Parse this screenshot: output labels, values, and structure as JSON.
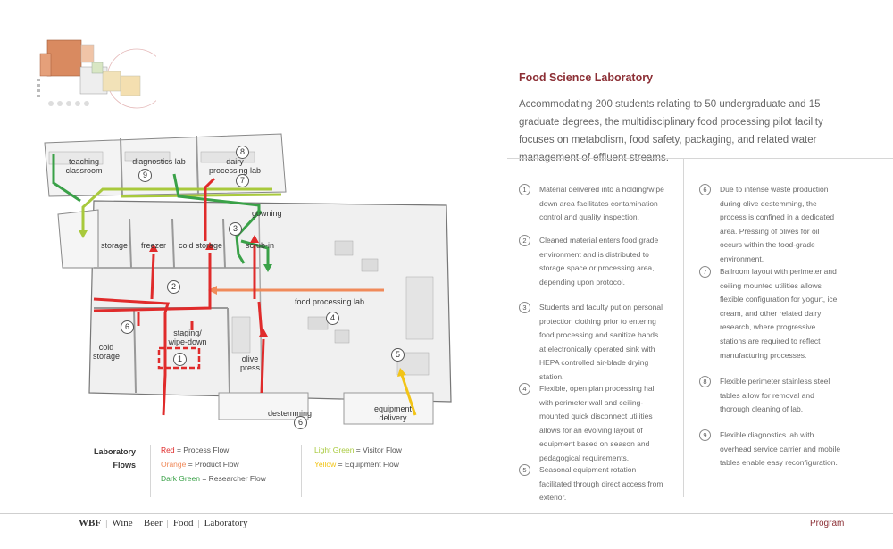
{
  "title": "Food Science Laboratory",
  "intro": "Accommodating 200 students relating to 50 undergraduate and 15 graduate degrees, the multidisciplinary food processing pilot facility focuses on metabolism, food safety, packaging, and related water management of effluent streams.",
  "items_left": [
    {
      "num": "1",
      "text": "Material delivered into a holding/wipe down area facilitates contamination control and quality inspection."
    },
    {
      "num": "2",
      "text": "Cleaned material enters food grade environment and is distributed to storage space or processing area, depending upon protocol."
    },
    {
      "num": "3",
      "text": "Students and faculty put on personal protection clothing prior to entering food processing and sanitize hands at electronically operated sink with HEPA controlled air-blade drying station."
    },
    {
      "num": "4",
      "text": "Flexible, open plan processing hall with perimeter wall and ceiling-mounted quick disconnect utilities allows for an evolving layout of equipment based on season and pedagogical requirements."
    },
    {
      "num": "5",
      "text": "Seasonal equipment rotation facilitated through direct access from exterior."
    }
  ],
  "items_right": [
    {
      "num": "6",
      "text": "Due to intense waste production during olive destemming, the process is confined in a dedicated area. Pressing of olives for oil occurs within the food-grade environment."
    },
    {
      "num": "7",
      "text": "Ballroom layout with perimeter and ceiling mounted utilities allows flexible configuration for yogurt, ice cream, and other related dairy research, where progressive stations are required to reflect manufacturing processes."
    },
    {
      "num": "8",
      "text": "Flexible perimeter stainless steel tables allow for removal and thorough cleaning of lab."
    },
    {
      "num": "9",
      "text": "Flexible diagnostics lab with overhead service carrier and mobile tables enable easy reconfiguration."
    }
  ],
  "rooms": {
    "teaching": "teaching classroom",
    "diagnostics": "diagnostics lab",
    "dairy": "dairy processing lab",
    "gowning": "gowning",
    "storage": "storage",
    "freezer": "freezer",
    "cold_storage": "cold storage",
    "scrub_in": "scrub-in",
    "food_processing": "food processing lab",
    "cold_storage_2": "cold storage",
    "staging": "staging/ wipe-down",
    "olive_press": "olive press",
    "destemming": "destemming",
    "equipment_delivery": "equipment delivery"
  },
  "plan_numbers": [
    "1",
    "2",
    "3",
    "4",
    "5",
    "6",
    "6",
    "7",
    "8",
    "9"
  ],
  "legend": {
    "title": "Laboratory Flows",
    "entries": [
      {
        "color_name": "Red",
        "label": "= Process Flow",
        "color": "#e02b2b"
      },
      {
        "color_name": "Orange",
        "label": "= Product Flow",
        "color": "#f08a5a"
      },
      {
        "color_name": "Dark Green",
        "label": "= Researcher Flow",
        "color": "#3aa148"
      },
      {
        "color_name": "Light Green",
        "label": "= Visitor Flow",
        "color": "#a8c93c"
      },
      {
        "color_name": "Yellow",
        "label": "= Equipment Flow",
        "color": "#f2c417"
      }
    ]
  },
  "footer": {
    "brand": "WBF",
    "links": [
      "Wine",
      "Beer",
      "Food",
      "Laboratory"
    ],
    "section": "Program"
  },
  "colors": {
    "title": "#8c2f35",
    "process": "#e02b2b",
    "product": "#f08a5a",
    "researcher": "#3aa148",
    "visitor": "#a8c93c",
    "equipment": "#f2c417"
  }
}
